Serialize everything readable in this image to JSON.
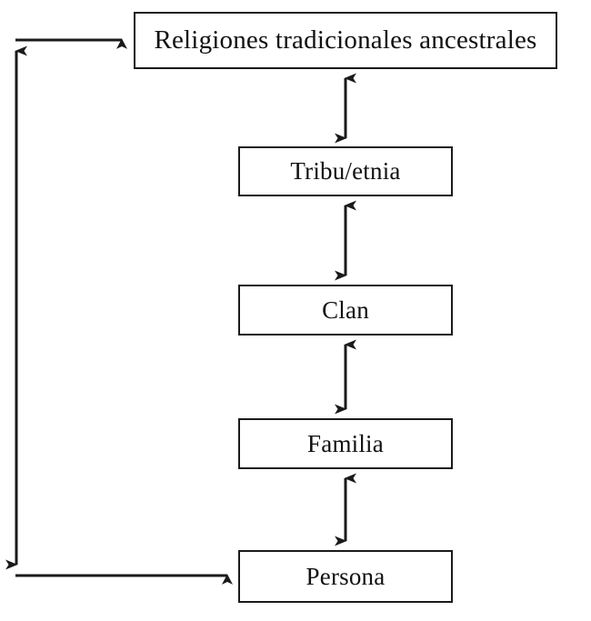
{
  "diagram": {
    "title": "Religiones tradicionales ancestrales",
    "stroke_color": "#1a1a1a",
    "text_color": "#111111",
    "background_color": "#ffffff",
    "nodes": [
      {
        "id": "religiones",
        "label": "Religiones tradicionales ancestrales"
      },
      {
        "id": "tribu",
        "label": "Tribu/etnia"
      },
      {
        "id": "clan",
        "label": "Clan"
      },
      {
        "id": "familia",
        "label": "Familia"
      },
      {
        "id": "persona",
        "label": "Persona"
      }
    ],
    "connectors": [
      {
        "id": "religiones-tribu",
        "from": "religiones",
        "to": "tribu",
        "style": "double-headed-vertical-arrow"
      },
      {
        "id": "tribu-clan",
        "from": "tribu",
        "to": "clan",
        "style": "double-headed-vertical-arrow"
      },
      {
        "id": "clan-familia",
        "from": "clan",
        "to": "familia",
        "style": "double-headed-vertical-arrow"
      },
      {
        "id": "familia-persona",
        "from": "familia",
        "to": "persona",
        "style": "double-headed-vertical-arrow"
      },
      {
        "id": "feedback-loop",
        "from": "persona",
        "to": "religiones",
        "style": "bidirectional-left-loop"
      }
    ]
  }
}
